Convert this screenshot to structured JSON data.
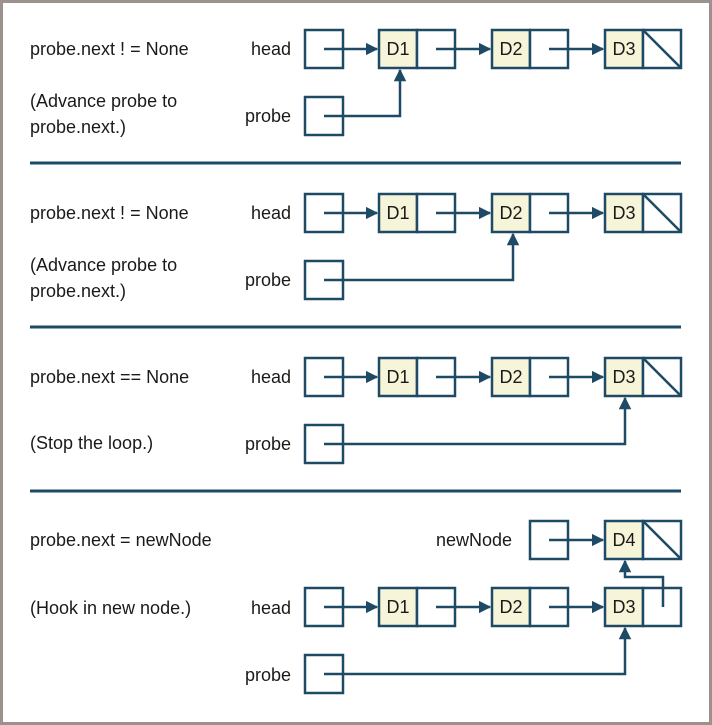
{
  "panels": [
    {
      "condition": "probe.next ! = None",
      "description_lines": [
        "(Advance probe to",
        "probe.next.)"
      ],
      "head_label": "head",
      "probe_label": "probe",
      "nodes": [
        "D1",
        "D2",
        "D3"
      ],
      "probe_points_to": "D1"
    },
    {
      "condition": "probe.next ! = None",
      "description_lines": [
        "(Advance probe to",
        "probe.next.)"
      ],
      "head_label": "head",
      "probe_label": "probe",
      "nodes": [
        "D1",
        "D2",
        "D3"
      ],
      "probe_points_to": "D2"
    },
    {
      "condition": "probe.next  == None",
      "description_lines": [
        "(Stop the loop.)"
      ],
      "head_label": "head",
      "probe_label": "probe",
      "nodes": [
        "D1",
        "D2",
        "D3"
      ],
      "probe_points_to": "D3"
    },
    {
      "condition": "probe.next  = newNode",
      "description_lines": [
        "(Hook in new node.)"
      ],
      "newnode_label": "newNode",
      "newnode_value": "D4",
      "head_label": "head",
      "probe_label": "probe",
      "nodes": [
        "D1",
        "D2",
        "D3"
      ],
      "probe_points_to": "D3"
    }
  ],
  "colors": {
    "line": "#1e4a66",
    "data_cell": "#f6f4d9",
    "frame_border": "#9c918c"
  }
}
